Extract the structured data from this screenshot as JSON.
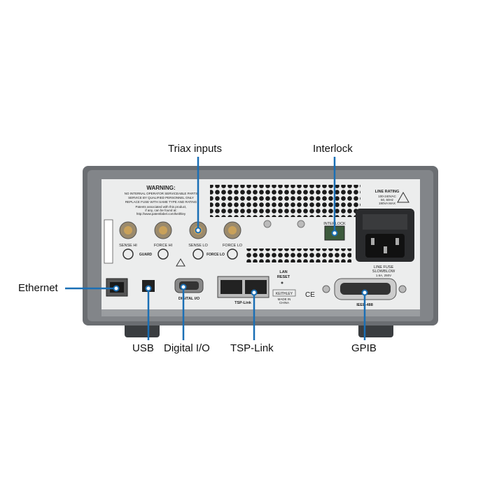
{
  "callouts": {
    "triax": "Triax inputs",
    "interlock": "Interlock",
    "ethernet": "Ethernet",
    "usb": "USB",
    "digital_io": "Digital I/O",
    "tsp_link": "TSP-Link",
    "gpib": "GPIB"
  },
  "panel": {
    "warning_title": "WARNING:",
    "warning_lines": [
      "NO INTERNAL OPERATOR SERVICEABLE PARTS",
      "SERVICE BY QUALIFIED PERSONNEL ONLY",
      "REPLACE FUSE WITH SAME TYPE AND RATING"
    ],
    "patent_lines": [
      "Patents associated with this product,",
      "if any, can be found at:",
      "http://www.patentlabel.com/keithley"
    ],
    "connectors": [
      "SENSE HI",
      "FORCE HI",
      "SENSE LO",
      "FORCE LO"
    ],
    "guard": "GUARD",
    "force_lo": "FORCE LO",
    "interlock_label": "INTERLOCK",
    "line_rating_title": "LINE RATING",
    "line_rating_lines": [
      "100-240VAC",
      "50, 60Hz",
      "190VA MAX"
    ],
    "line_fuse_lines": [
      "LINE FUSE",
      "SLOWBLOW",
      "1.6A, 250V"
    ],
    "digital_io_label": "DIGITAL I/O",
    "tsp_label": "TSP-Link",
    "lan_reset": [
      "LAN",
      "RESET"
    ],
    "brand": "KEITHLEY",
    "made_in": [
      "MADE IN",
      "CHINA"
    ],
    "ce": "CE",
    "ieee": "IEEE-488"
  },
  "colors": {
    "callout": "#1a6fb5"
  }
}
